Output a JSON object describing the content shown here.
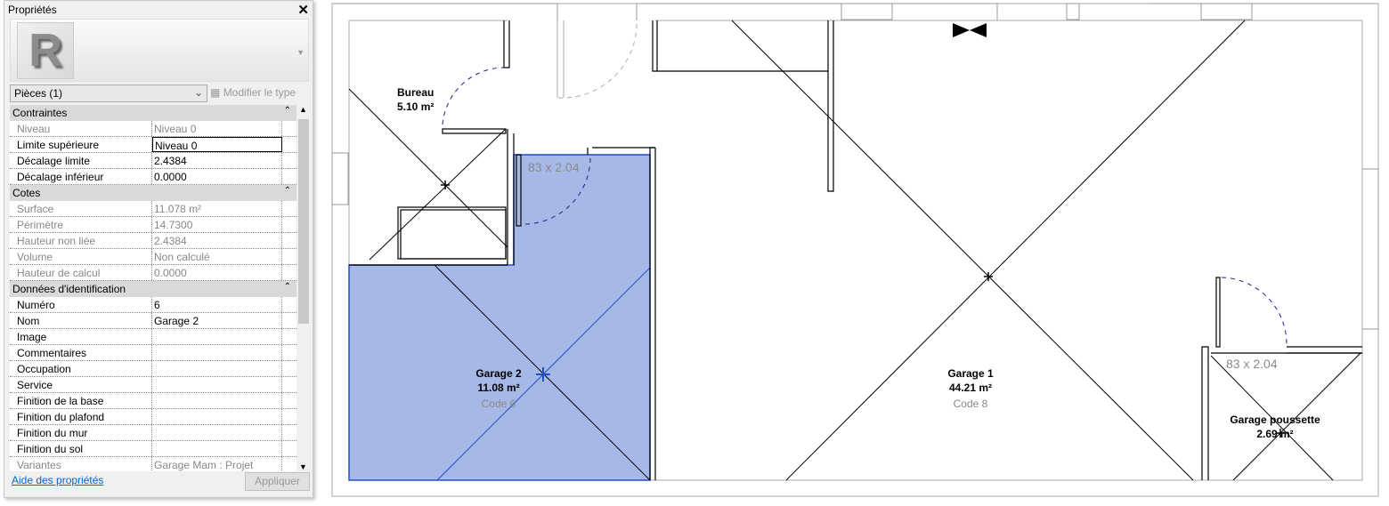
{
  "panel": {
    "title": "Propriétés",
    "type_selector": "Pièces (1)",
    "modify_type": "Modifier le type",
    "help_link": "Aide des propriétés",
    "apply": "Appliquer",
    "sections": [
      {
        "title": "Contraintes",
        "rows": [
          {
            "k": "Niveau",
            "v": "Niveau 0",
            "ro": true
          },
          {
            "k": "Limite supérieure",
            "v": "Niveau 0",
            "edit": true
          },
          {
            "k": "Décalage limite",
            "v": "2.4384"
          },
          {
            "k": "Décalage inférieur",
            "v": "0.0000"
          }
        ]
      },
      {
        "title": "Cotes",
        "rows": [
          {
            "k": "Surface",
            "v": "11.078 m²",
            "ro": true
          },
          {
            "k": "Périmètre",
            "v": "14.7300",
            "ro": true
          },
          {
            "k": "Hauteur non liée",
            "v": "2.4384",
            "ro": true
          },
          {
            "k": "Volume",
            "v": "Non calculé",
            "ro": true
          },
          {
            "k": "Hauteur de calcul",
            "v": "0.0000",
            "ro": true
          }
        ]
      },
      {
        "title": "Données d'identification",
        "rows": [
          {
            "k": "Numéro",
            "v": "6"
          },
          {
            "k": "Nom",
            "v": "Garage 2"
          },
          {
            "k": "Image",
            "v": ""
          },
          {
            "k": "Commentaires",
            "v": ""
          },
          {
            "k": "Occupation",
            "v": ""
          },
          {
            "k": "Service",
            "v": ""
          },
          {
            "k": "Finition de la base",
            "v": ""
          },
          {
            "k": "Finition du plafond",
            "v": ""
          },
          {
            "k": "Finition du mur",
            "v": ""
          },
          {
            "k": "Finition du sol",
            "v": ""
          },
          {
            "k": "Variantes",
            "v": "Garage Mam : Projet",
            "ro": true
          }
        ]
      }
    ]
  },
  "plan": {
    "rooms": [
      {
        "name": "Bureau",
        "area": "5.10 m²"
      },
      {
        "name": "Garage 2",
        "area": "11.08 m²",
        "code": "Code 6"
      },
      {
        "name": "Garage 1",
        "area": "44.21 m²",
        "code": "Code 8"
      },
      {
        "name": "Garage poussette",
        "area": "2.69 m²"
      }
    ],
    "door_dims": [
      "83 x 2.04",
      "83 x 2.04"
    ],
    "selection_color": "#a6b9e6"
  }
}
